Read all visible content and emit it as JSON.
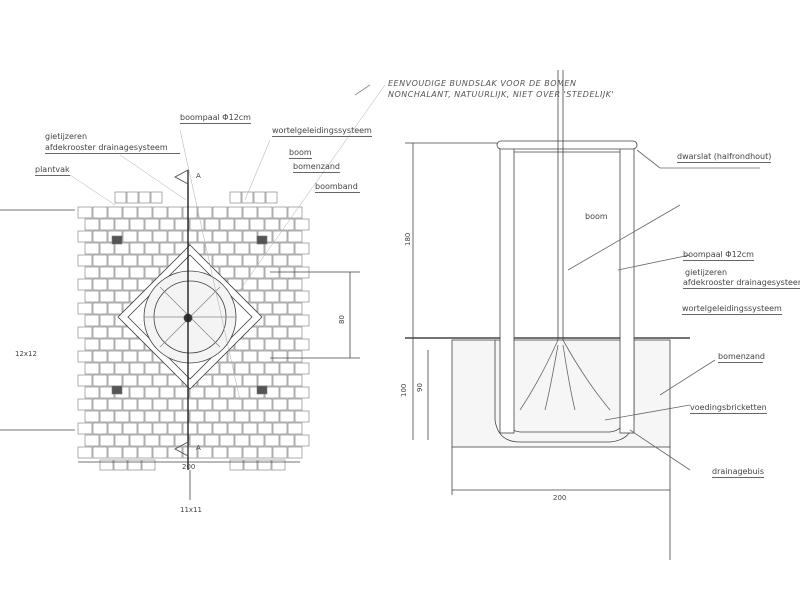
{
  "title_note": {
    "line1": "EENVOUDIGE BUNDSLAK VOOR DE BOMEN",
    "line2": "NONCHALANT, NATUURLIJK, NIET OVER 'STEDELIJK'"
  },
  "plan_view": {
    "labels": {
      "boompaal": "boompaal  Φ12cm",
      "gietijzeren_1": "gietijzeren",
      "gietijzeren_2": "afdekrooster drainagesysteem",
      "plantvak": "plantvak",
      "wortel": "wortelgeleidingssysteem",
      "boom": "boom",
      "bomenzand": "bomenzand",
      "boomband": "boomband"
    },
    "section_marker": "A",
    "dims": {
      "width": "200",
      "tile_large": "12x12",
      "tile_small": "11x11",
      "height": "80"
    }
  },
  "section_view": {
    "labels": {
      "dwarslat": "dwarslat (halfrondhout)",
      "boom": "boom",
      "boompaal": "boompaal  Φ12cm",
      "gietijzeren_1": "gietijzeren",
      "gietijzeren_2": "afdekrooster drainagesysteem",
      "wortel": "wortelgeleidingssysteem",
      "bomenzand": "bomenzand",
      "voeding": "voedingsbricketten",
      "drainage": "drainagebuis"
    },
    "dims": {
      "above": "180",
      "depth": "100",
      "inner_depth": "90",
      "width": "200"
    }
  }
}
